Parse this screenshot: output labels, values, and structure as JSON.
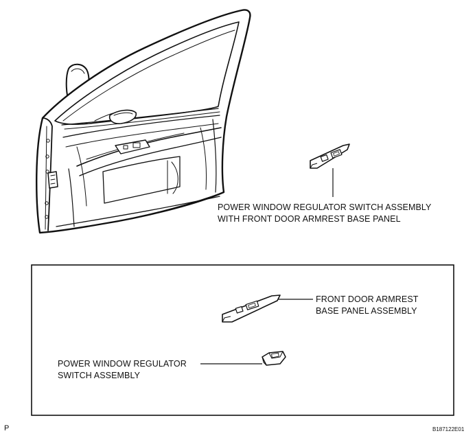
{
  "callouts": {
    "assembly_line1": "POWER WINDOW REGULATOR SWITCH ASSEMBLY",
    "assembly_line2": "WITH FRONT DOOR ARMREST BASE PANEL",
    "base_panel_line1": "FRONT DOOR ARMREST",
    "base_panel_line2": "BASE PANEL ASSEMBLY",
    "switch_line1": "POWER WINDOW REGULATOR",
    "switch_line2": "SWITCH ASSEMBLY"
  },
  "footer": {
    "page_marker": "P",
    "figure_code": "B187122E01"
  },
  "colors": {
    "ink": "#111111",
    "paper": "#ffffff"
  }
}
